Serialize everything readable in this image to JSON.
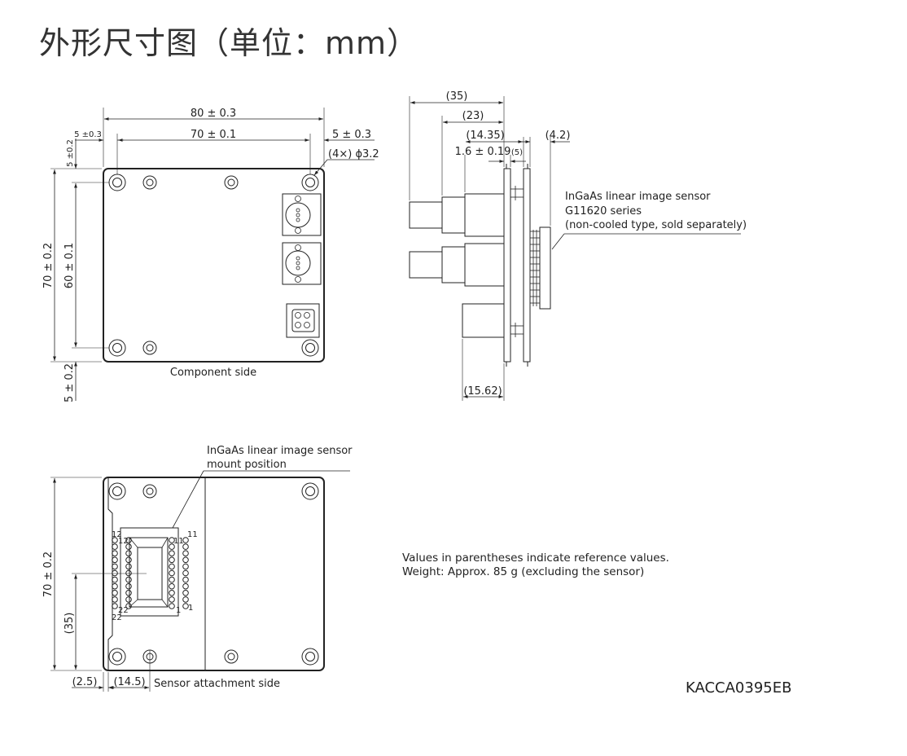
{
  "title": "外形尺寸图（单位：mm）",
  "drawing_code": "KACCA0395EB",
  "front_view": {
    "caption": "Component side",
    "width_overall": "80 ± 0.3",
    "width_holes": "70 ± 0.1",
    "left_offset": "5 ±0.3",
    "right_offset": "5 ± 0.3",
    "top_offset": "5 ±0.2",
    "hole_note": "(4×) ϕ3.2",
    "height_overall": "70 ± 0.2",
    "height_holes": "60 ± 0.1",
    "bottom_offset": "5 ± 0.2"
  },
  "side_view": {
    "dim_35": "(35)",
    "dim_23": "(23)",
    "dim_14_35": "(14.35)",
    "dim_1_6": "1.6 ± 0.19",
    "dim_5": "(5)",
    "dim_4_2": "(4.2)",
    "dim_15_62": "(15.62)",
    "sensor_label_line1": "InGaAs linear image sensor",
    "sensor_label_line2": "G11620 series",
    "sensor_label_line3": "(non-cooled type, sold separately)"
  },
  "back_view": {
    "caption": "Sensor attachment side",
    "mount_label_line1": "InGaAs linear image sensor",
    "mount_label_line2": "mount position",
    "height_overall": "70 ± 0.2",
    "dim_35": "(35)",
    "dim_2_5": "(2.5)",
    "dim_14_5": "(14.5)",
    "pin_12_outer": "12",
    "pin_12_inner": "12",
    "pin_11_inner": "11",
    "pin_11_outer": "11",
    "pin_22_outer": "22",
    "pin_22_inner": "22",
    "pin_1_inner": "1",
    "pin_1_outer": "1"
  },
  "notes": {
    "line1": "Values in parentheses indicate reference values.",
    "line2": "Weight: Approx. 85 g (excluding the sensor)"
  }
}
